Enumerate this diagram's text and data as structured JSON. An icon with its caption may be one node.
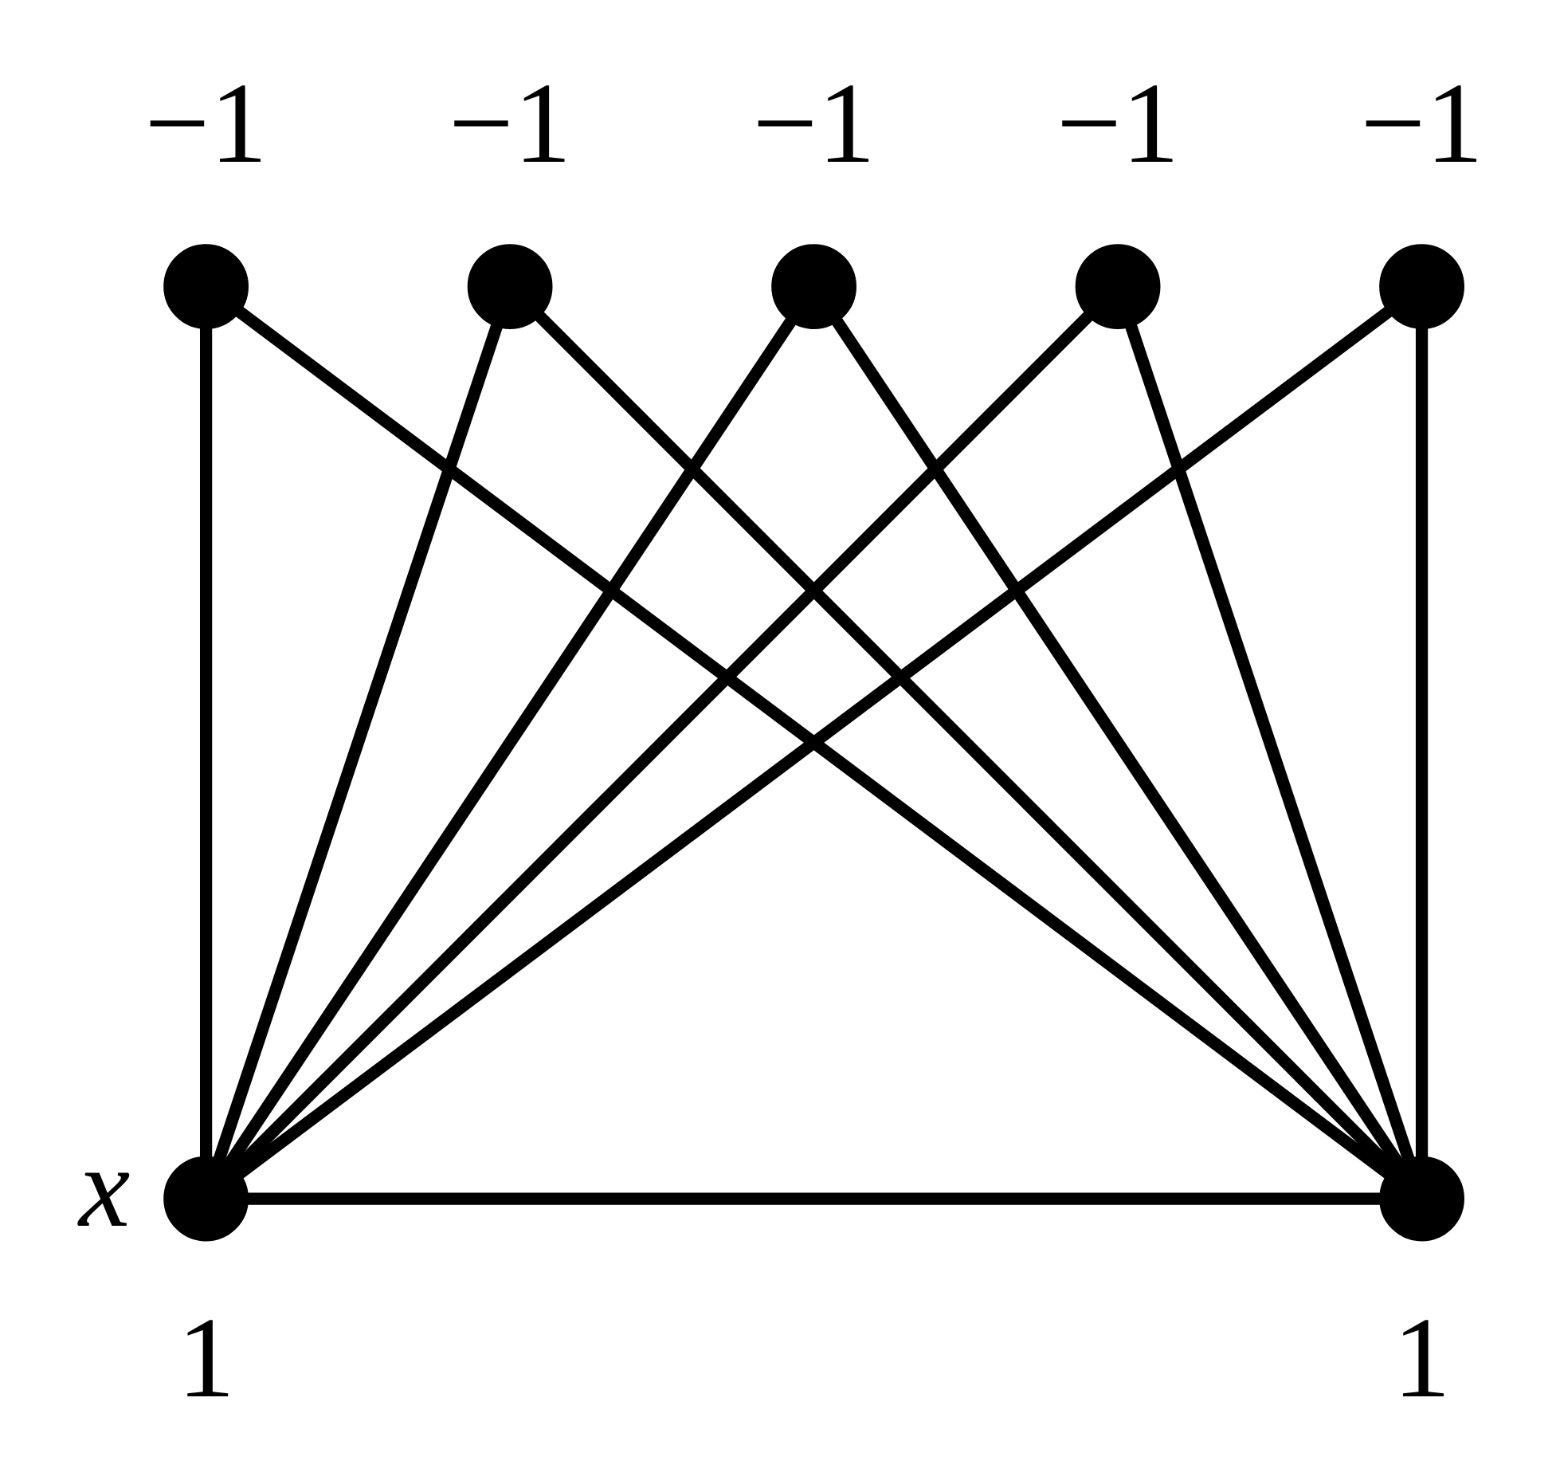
{
  "diagram": {
    "nodes": [
      {
        "text": [],
        "shape": "circle",
        "beside": [
          "−1"
        ]
      },
      {
        "text": [],
        "shape": "circle",
        "beside": [
          "−1"
        ]
      },
      {
        "text": [],
        "shape": "circle",
        "beside": [
          "−1"
        ]
      },
      {
        "text": [],
        "shape": "circle",
        "beside": [
          "−1"
        ]
      },
      {
        "text": [],
        "shape": "circle",
        "beside": [
          "−1"
        ]
      },
      {
        "text": [],
        "shape": "circle",
        "beside": [
          "x",
          "1"
        ]
      },
      {
        "text": [],
        "shape": "circle",
        "beside": [
          "1"
        ]
      }
    ],
    "edges": [
      {
        "from": 0,
        "to": 5,
        "arrow": "none"
      },
      {
        "from": 0,
        "to": 6,
        "arrow": "none"
      },
      {
        "from": 1,
        "to": 5,
        "arrow": "none"
      },
      {
        "from": 1,
        "to": 6,
        "arrow": "none"
      },
      {
        "from": 2,
        "to": 5,
        "arrow": "none"
      },
      {
        "from": 2,
        "to": 6,
        "arrow": "none"
      },
      {
        "from": 3,
        "to": 5,
        "arrow": "none"
      },
      {
        "from": 3,
        "to": 6,
        "arrow": "none"
      },
      {
        "from": 4,
        "to": 5,
        "arrow": "none"
      },
      {
        "from": 4,
        "to": 6,
        "arrow": "none"
      },
      {
        "from": 5,
        "to": 6,
        "arrow": "none"
      }
    ]
  }
}
